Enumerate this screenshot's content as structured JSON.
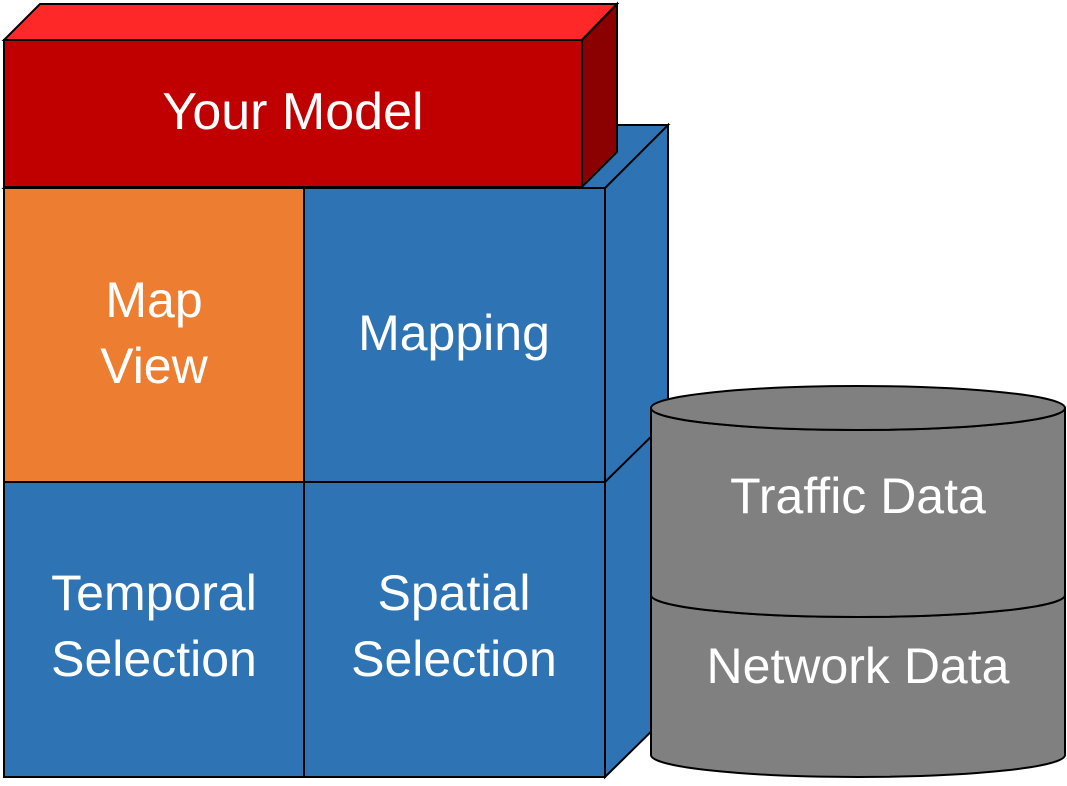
{
  "colors": {
    "model_front": "#C00000",
    "model_top": "#FF2828",
    "model_side": "#8B0000",
    "blue_front": "#2E74B5",
    "orange_front": "#ED7D31",
    "database_fill": "#808080",
    "outline": "#000000",
    "text": "#FFFFFF"
  },
  "model": {
    "label": "Your Model"
  },
  "modules": {
    "map_view": {
      "line1": "Map",
      "line2": "View"
    },
    "mapping": {
      "label": "Mapping"
    },
    "temporal_selection": {
      "line1": "Temporal",
      "line2": "Selection"
    },
    "spatial_selection": {
      "line1": "Spatial",
      "line2": "Selection"
    }
  },
  "database": {
    "traffic": {
      "label": "Traffic Data"
    },
    "network": {
      "label": "Network Data"
    }
  }
}
